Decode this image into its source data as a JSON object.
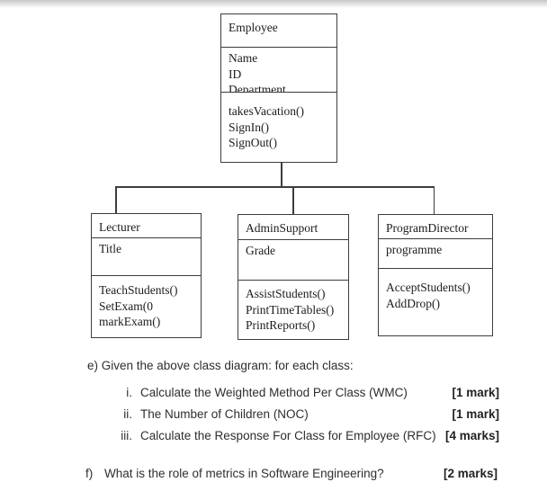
{
  "diagram": {
    "classes": [
      {
        "name": "Employee",
        "attributes": [
          "Name",
          "ID",
          "Department"
        ],
        "methods": [
          "takesVacation()",
          "SignIn()",
          "SignOut()"
        ]
      },
      {
        "name": "Lecturer",
        "attributes": [
          "Title"
        ],
        "methods": [
          "TeachStudents()",
          "SetExam(0",
          "markExam()"
        ]
      },
      {
        "name": "AdminSupport",
        "attributes": [
          "Grade"
        ],
        "methods": [
          "AssistStudents()",
          "PrintTimeTables()",
          "PrintReports()"
        ]
      },
      {
        "name": "ProgramDirector",
        "attributes": [
          "programme"
        ],
        "methods": [
          "AcceptStudents()",
          "AddDrop()"
        ]
      }
    ]
  },
  "questions": {
    "part_e": {
      "label": "e) Given the above class diagram: for each class:",
      "items": [
        {
          "numeral": "i.",
          "text": "Calculate the Weighted Method Per Class (WMC)",
          "marks": "[1 mark]"
        },
        {
          "numeral": "ii.",
          "text": "The Number of Children (NOC)",
          "marks": "[1 mark]"
        },
        {
          "numeral": "iii.",
          "text": "Calculate the Response For Class for Employee (RFC)",
          "marks": "[4 marks]"
        }
      ]
    },
    "part_f": {
      "numeral": "f)",
      "text": "What is the role of metrics in Software Engineering?",
      "marks": "[2 marks]"
    }
  },
  "colors": {
    "background": "#ffffff",
    "line": "#3d3d3d",
    "diagram_text": "#1c1c1c",
    "question_text": "#2e2e2e"
  }
}
